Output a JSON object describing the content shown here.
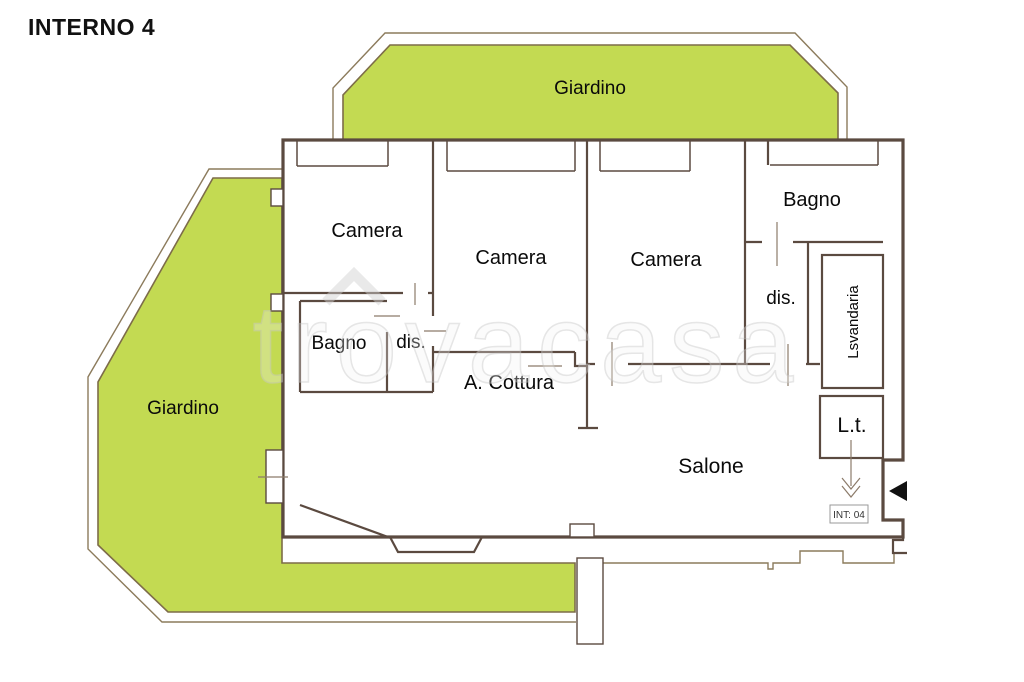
{
  "title": "INTERNO 4",
  "watermark": "trovacasa",
  "gardens": {
    "top": "Giardino",
    "left": "Giardino"
  },
  "rooms": {
    "camera_1": "Camera",
    "camera_2": "Camera",
    "camera_3": "Camera",
    "bagno_left": "Bagno",
    "dis_left": "dis.",
    "angolo_cottura": "A. Cottura",
    "bagno_right": "Bagno",
    "dis_right": "dis.",
    "lavanderia": "Lsvandaria",
    "lt": "L.t.",
    "salone": "Salone"
  },
  "entrance": {
    "tag": "INT: 04"
  },
  "colors": {
    "garden_fill": "#c3da52",
    "garden_outline": "#7d6c49",
    "wall": "#5b4a40",
    "path_outline": "#8c7b5c",
    "marker": "#111111"
  }
}
